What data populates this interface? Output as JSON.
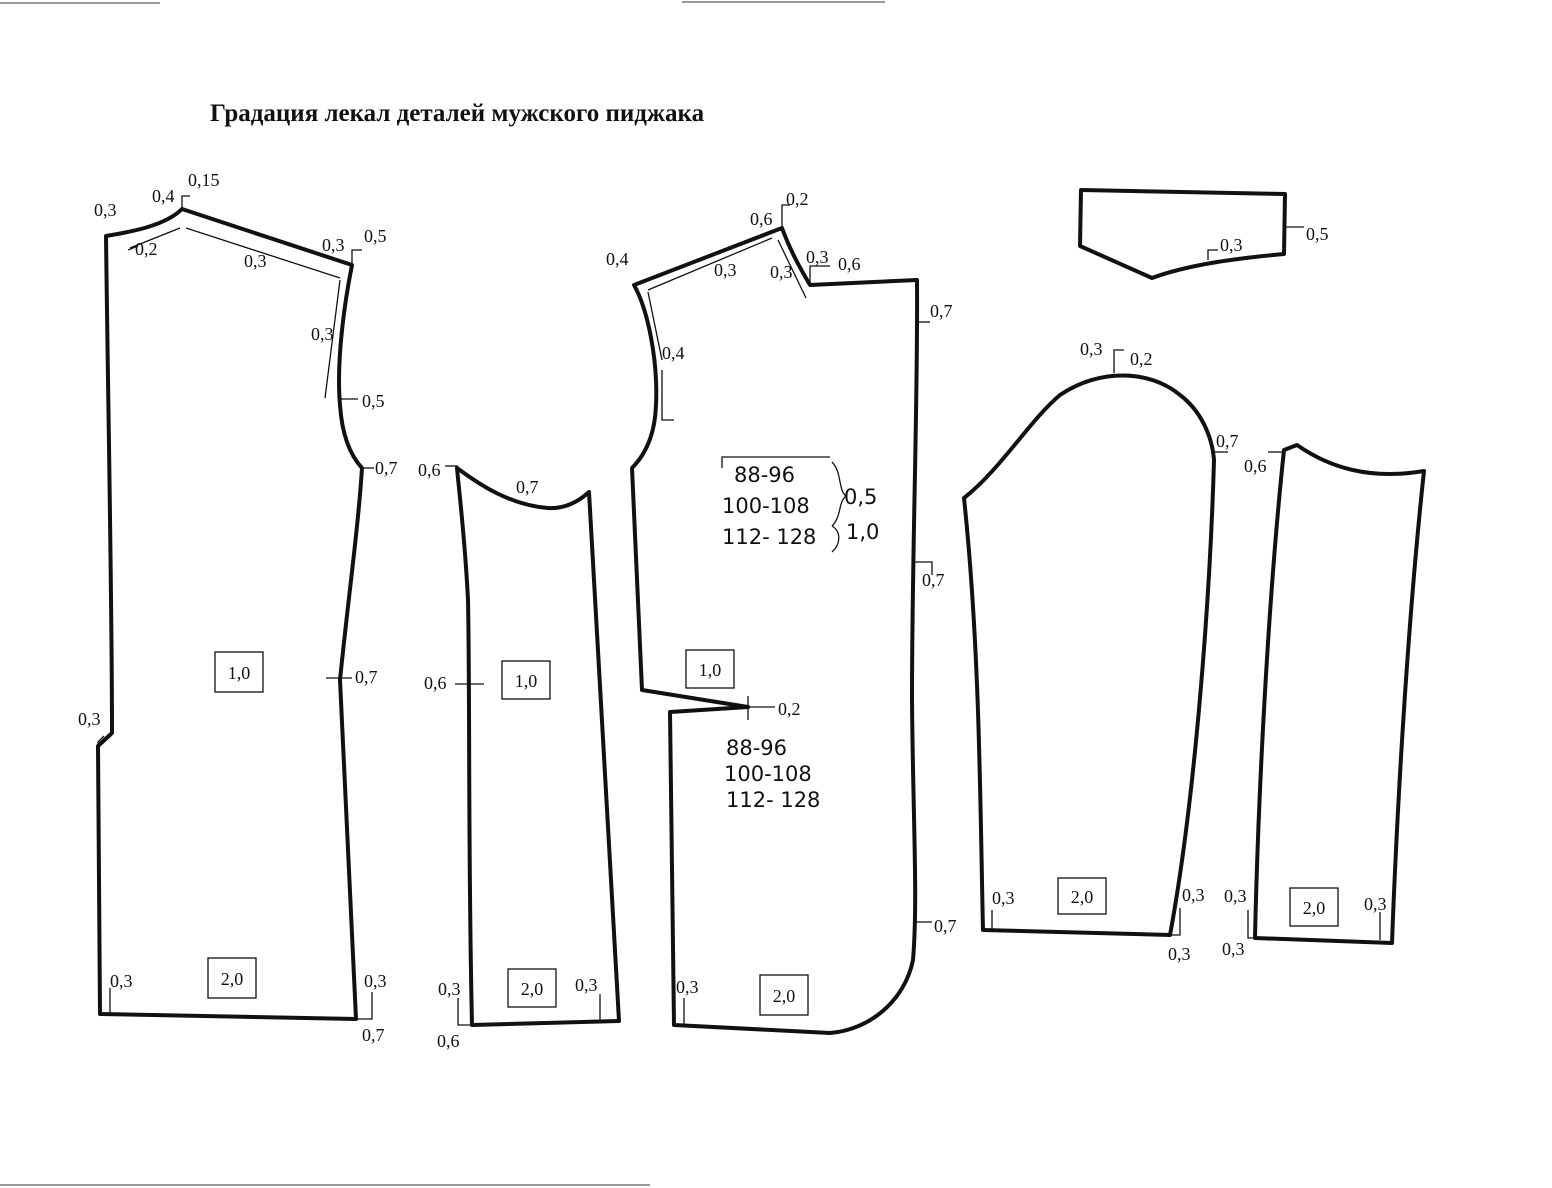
{
  "title": "Градация лекал деталей мужского пиджака",
  "pieces": {
    "back": {
      "labels": [
        "0,3",
        "0,4",
        "0,15",
        "0,2",
        "0,3",
        "0,3",
        "0,5",
        "0,3",
        "0,5",
        "0,7",
        "0,7",
        "0,3",
        "0,3",
        "0,3",
        "0,7"
      ],
      "boxes": [
        "1,0",
        "2,0"
      ]
    },
    "side": {
      "labels": [
        "0,6",
        "0,7",
        "0,6",
        "0,3",
        "0,3",
        "0,6"
      ],
      "boxes": [
        "1,0",
        "2,0"
      ]
    },
    "front": {
      "labels": [
        "0,4",
        "0,6",
        "0,2",
        "0,3",
        "0,3",
        "0,6",
        "0,3",
        "0,7",
        "0,4",
        "0,7",
        "0,2",
        "0,7",
        "0,3"
      ],
      "boxes": [
        "1,0",
        "2,0"
      ],
      "sizes_top": [
        "88-96",
        "100-108",
        "112- 128"
      ],
      "sizes_top_values": [
        "0,5",
        "1,0"
      ],
      "sizes_bottom": [
        "88-96",
        "100-108",
        "112- 128"
      ]
    },
    "collar": {
      "labels": [
        "0,3",
        "0,5"
      ]
    },
    "upper_sleeve": {
      "labels": [
        "0,3",
        "0,2",
        "0,7",
        "0,3",
        "0,3",
        "0,3"
      ],
      "boxes": [
        "2,0"
      ]
    },
    "under_sleeve": {
      "labels": [
        "0,6",
        "0,3",
        "0,3",
        "0,3"
      ],
      "boxes": [
        "2,0"
      ]
    }
  }
}
